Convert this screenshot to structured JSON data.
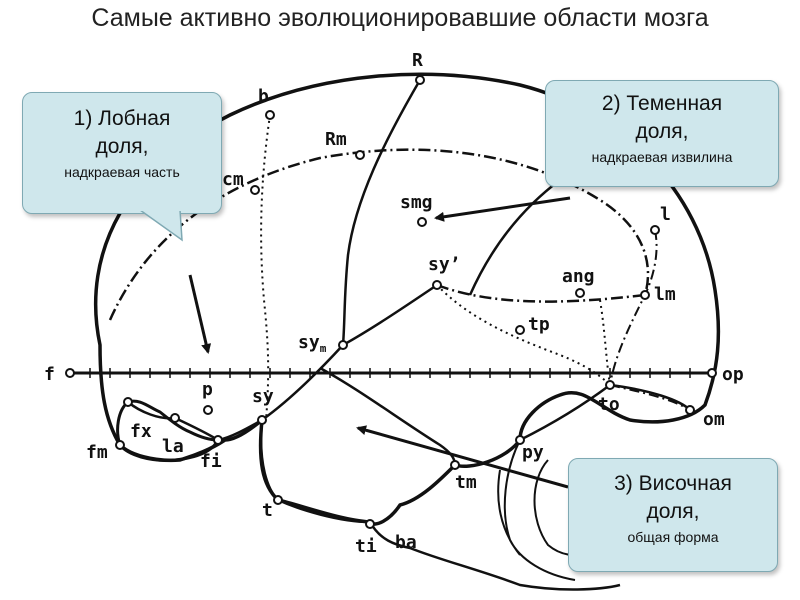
{
  "title": "Самые активно эволюционировавшие области мозга",
  "callouts": [
    {
      "title": "1) Лобная доля,",
      "subtitle": "надкраевая часть"
    },
    {
      "title": "2) Теменная доля,",
      "subtitle": "надкраевая извилина"
    },
    {
      "title": "3) Височная доля,",
      "subtitle": "общая форма"
    }
  ],
  "callout_lines": {
    "c1_line1": "1) Лобная",
    "c1_line2": "доля,",
    "c2_line1": "2) Теменная",
    "c2_line2": "доля,",
    "c3_line1": "3) Височная",
    "c3_line2": "доля,"
  },
  "labels": {
    "R": "R",
    "b": "b",
    "Rm": "Rm",
    "cm": "cm",
    "smg": "smg",
    "l": "l",
    "sy_prime": "sy’",
    "ang": "ang",
    "lm": "lm",
    "tp": "tp",
    "sym": "sy",
    "sym_sub": "m",
    "f": "f",
    "op": "op",
    "p": "p",
    "sy": "sy",
    "to": "to",
    "om": "om",
    "fx": "fx",
    "la": "la",
    "fm": "fm",
    "fi": "fi",
    "py": "py",
    "tm": "tm",
    "t": "t",
    "ti": "ti",
    "ba": "ba"
  }
}
